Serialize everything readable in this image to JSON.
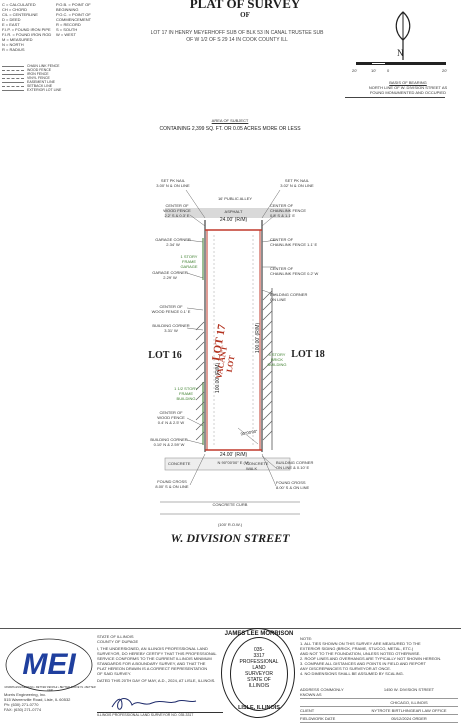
{
  "header": {
    "title": "PLAT OF SURVEY",
    "subtitle": "OF",
    "legal_line_1": "LOT 17 IN HENRY MEYERHOFF SUB OF BLK 53 IN CANAL TRUSTEE SUB",
    "legal_line_2": "OF W 1/2 OF S 29 14 IN COOK COUNTY ILL"
  },
  "legend": {
    "left_items": [
      "C = CALCULATED",
      "CH = CHORD",
      "C/L = CENTERLINE",
      "D = DEED",
      "E = EAST",
      "F.I.P. = FOUND IRON PIPE",
      "F.I.R. = FOUND IRON ROD",
      "M = MEASURED",
      "N = NORTH",
      "R = RADIUS"
    ],
    "right_items": [
      "P.O.B. = POINT OF BEGINNING",
      "P.O.C. = POINT OF COMMENCEMENT",
      "R = RECORD",
      "S = SOUTH",
      "W = WEST"
    ],
    "line_types": [
      "CHAIN LINK FENCE",
      "WOOD FENCE",
      "IRON FENCE",
      "VINYL FENCE",
      "EASEMENT LINE",
      "SETBACK LINE",
      "EXTERIOR LOT LINE"
    ]
  },
  "scale": {
    "ticks": [
      "20'",
      "10'",
      "0",
      "20'"
    ],
    "basis_line_1": "BASIS OF BEARING",
    "basis_line_2": "NORTH LINE OF W. DIVISION STREET AS",
    "basis_line_3": "FOUND MONUMENTED AND OCCUPIED"
  },
  "area": {
    "label": "AREA OF SUBJECT",
    "text": "CONTAINING 2,399 SQ. FT. OR 0.05 ACRES MORE OR LESS"
  },
  "plat": {
    "alley_label": "16' PUBLIC ALLEY",
    "asphalt_label": "ASPHALT",
    "top_dim": "24.00' (R/M)",
    "bottom_dim": "24.00' (R/M)",
    "bottom_bearing": "N 90°00'00\" E (M)",
    "left_dim": "100.00' (R/M)",
    "right_dim": "100.00' (R/M)",
    "lot_label": "LOT 17",
    "lot_sub": "VACANT LOT",
    "lot_left": "LOT 16",
    "lot_right": "LOT 18",
    "concrete_walk": "CONCRETE WALK",
    "concrete_curb": "CONCRETE CURB",
    "concrete_left": "CONCRETE",
    "row_label": "(100' R.O.W.)",
    "street": "W. DIVISION STREET",
    "angle_note": "90°00'00\"",
    "left_notes": [
      {
        "l1": "SET PK NAIL",
        "l2": "3.00' N & ON LINE"
      },
      {
        "l1": "CENTER OF",
        "l2": "WOOD FENCE",
        "l3": "2.2' S & 0.3' E"
      },
      {
        "l1": "GARAGE CORNER",
        "l2": "2.34' W"
      },
      {
        "l1": "1 STORY",
        "l2": "FRAME",
        "l3": "GARAGE"
      },
      {
        "l1": "GARAGE CORNER",
        "l2": "2.29' W"
      },
      {
        "l1": "CENTER OF",
        "l2": "WOOD FENCE 0.1' E"
      },
      {
        "l1": "BUILDING CORNER",
        "l2": "3.31' W"
      },
      {
        "l1": "1 1/2 STORY",
        "l2": "FRAME",
        "l3": "BUILDING"
      },
      {
        "l1": "CENTER OF",
        "l2": "WOOD FENCE",
        "l3": "0.4' N & 2.5' W"
      },
      {
        "l1": "BUILDING CORNER",
        "l2": "0.10' N & 2.59' W"
      },
      {
        "l1": "FOUND CROSS",
        "l2": "8.00' S & ON LINE"
      }
    ],
    "right_notes": [
      {
        "l1": "SET PK NAIL",
        "l2": "3.02' N & ON LINE"
      },
      {
        "l1": "CENTER OF",
        "l2": "CHAINLINK FENCE",
        "l3": "0.5' S & 1.1' E"
      },
      {
        "l1": "CENTER OF",
        "l2": "CHAINLINK FENCE 1.1' E"
      },
      {
        "l1": "CENTER OF",
        "l2": "CHAINLINK FENCE 0.2' W"
      },
      {
        "l1": "BUILDING CORNER",
        "l2": "ON LINE"
      },
      {
        "l1": "4 STORY",
        "l2": "BRICK",
        "l3": "BUILDING"
      },
      {
        "l1": "BUILDING CORNER",
        "l2": "ON LINE & 0.10' E"
      },
      {
        "l1": "FOUND CROSS",
        "l2": "8.00' S & ON LINE"
      }
    ]
  },
  "footer": {
    "company": "Morris Engineering, Inc.",
    "address": "515 Warrenville Road, Lisle, IL 60532",
    "phone": "Ph: (630) 271-0770",
    "fax": "FAX: (630) 271-0774",
    "logo": "MEI",
    "logo_ring": "MORRIS ENGINEERING • BETTER PEOPLE • BETTER SURVEYS • BETTER LIFE!",
    "state": "STATE OF ILLINOIS",
    "county": "COUNTY OF DUPAGE",
    "cert": [
      "I, THE UNDERSIGNED, AN ILLINOIS PROFESSIONAL LAND",
      "SURVEYOR, DO HEREBY CERTIFY THAT THIS PROFESSIONAL",
      "SERVICE CONFORMS TO THE CURRENT ILLINOIS MINIMUM",
      "STANDARDS FOR A BOUNDARY SURVEY, AND THAT THE",
      "PLAT HEREON DRAWN IS A CORRECT REPRESENTATION",
      "OF SAID SURVEY."
    ],
    "dated": "DATED THIS 20TH DAY OF MAY, A.D., 2024, AT LISLE, ILLINOIS.",
    "license_line": "ILLINOIS PROFESSIONAL LAND SURVEYOR NO. 035-3317",
    "seal": {
      "top": "JAMES LEE MORRISON",
      "l1": "035-",
      "l2": "3317",
      "l3": "PROFESSIONAL",
      "l4": "LAND",
      "l5": "SURVEYOR",
      "l6": "STATE OF",
      "l7": "ILLINOIS",
      "bottom": "LISLE, ILLINOIS"
    },
    "notes_header": "NOTE:",
    "notes": [
      "1. ALL TIES SHOWN ON THIS SURVEY ARE MEASURED TO THE",
      "EXTERIOR SIDING (BRICK, FRAME, STUCCO, METAL, ETC.)",
      "AND NOT TO THE FOUNDATION, UNLESS NOTED OTHERWISE.",
      "2. ROOF LINES AND OVERHANGS ARE TYPICALLY NOT SHOWN HEREON.",
      "3. COMPARE ALL DISTANCES AND POINTS IN FIELD AND REPORT",
      "ANY DISCREPANCIES TO SURVEYOR AT ONCE.",
      "4. NO DIMENSIONS SHALL BE ASSUMED BY SCALING."
    ],
    "info": [
      {
        "label": "ADDRESS COMMONLY KNOWN AS",
        "value": "1450 W. DIVISION STREET"
      },
      {
        "label": "",
        "value": "CHICAGO, ILLINOIS"
      },
      {
        "label": "CLIENT",
        "value": "NYTROTE BIRTLHINGEAR LAW OFFICE"
      },
      {
        "label": "FIELDWORK DATE",
        "value": "05/12/2024  ORDER"
      }
    ]
  },
  "colors": {
    "red_line": "#c0392b",
    "green_text": "#3a7d2a",
    "lot_red": "#b3321f",
    "logo_blue": "#1f3f9e"
  }
}
